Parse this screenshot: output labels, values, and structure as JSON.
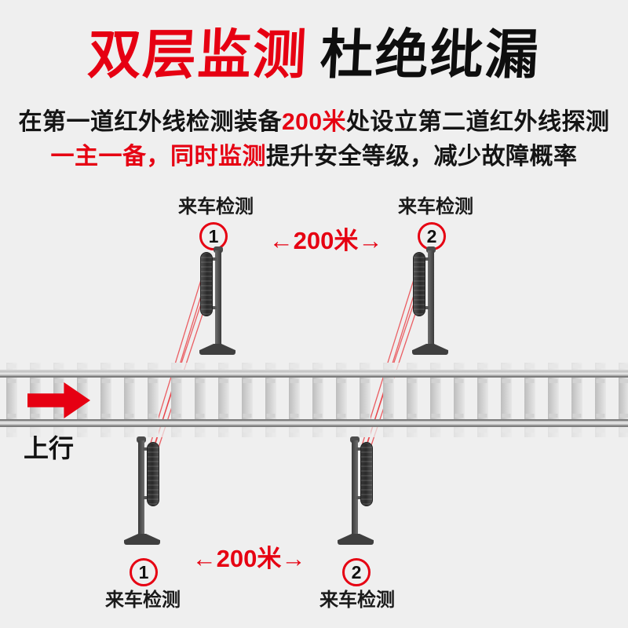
{
  "colors": {
    "accent_red": "#e60012",
    "background": "#efefef",
    "text_black": "#0e0e0e"
  },
  "title": {
    "red_part": "双层监测",
    "black_part": "杜绝纰漏"
  },
  "subtitle": {
    "line1": {
      "pre": "在第一道红外线检测装备",
      "highlight": "200米",
      "post": "处设立第二道红外线探测"
    },
    "line2": {
      "highlight": "一主一备，同时监测",
      "post": "提升安全等级，减少故障概率"
    }
  },
  "diagram": {
    "direction_label": "上行",
    "top_pair": {
      "detector1": {
        "label": "来车检测",
        "number": "1"
      },
      "detector2": {
        "label": "来车检测",
        "number": "2"
      },
      "distance": "←200米→"
    },
    "bottom_pair": {
      "detector1": {
        "label": "来车检测",
        "number": "1"
      },
      "detector2": {
        "label": "来车检测",
        "number": "2"
      },
      "distance": "←200米→"
    }
  }
}
